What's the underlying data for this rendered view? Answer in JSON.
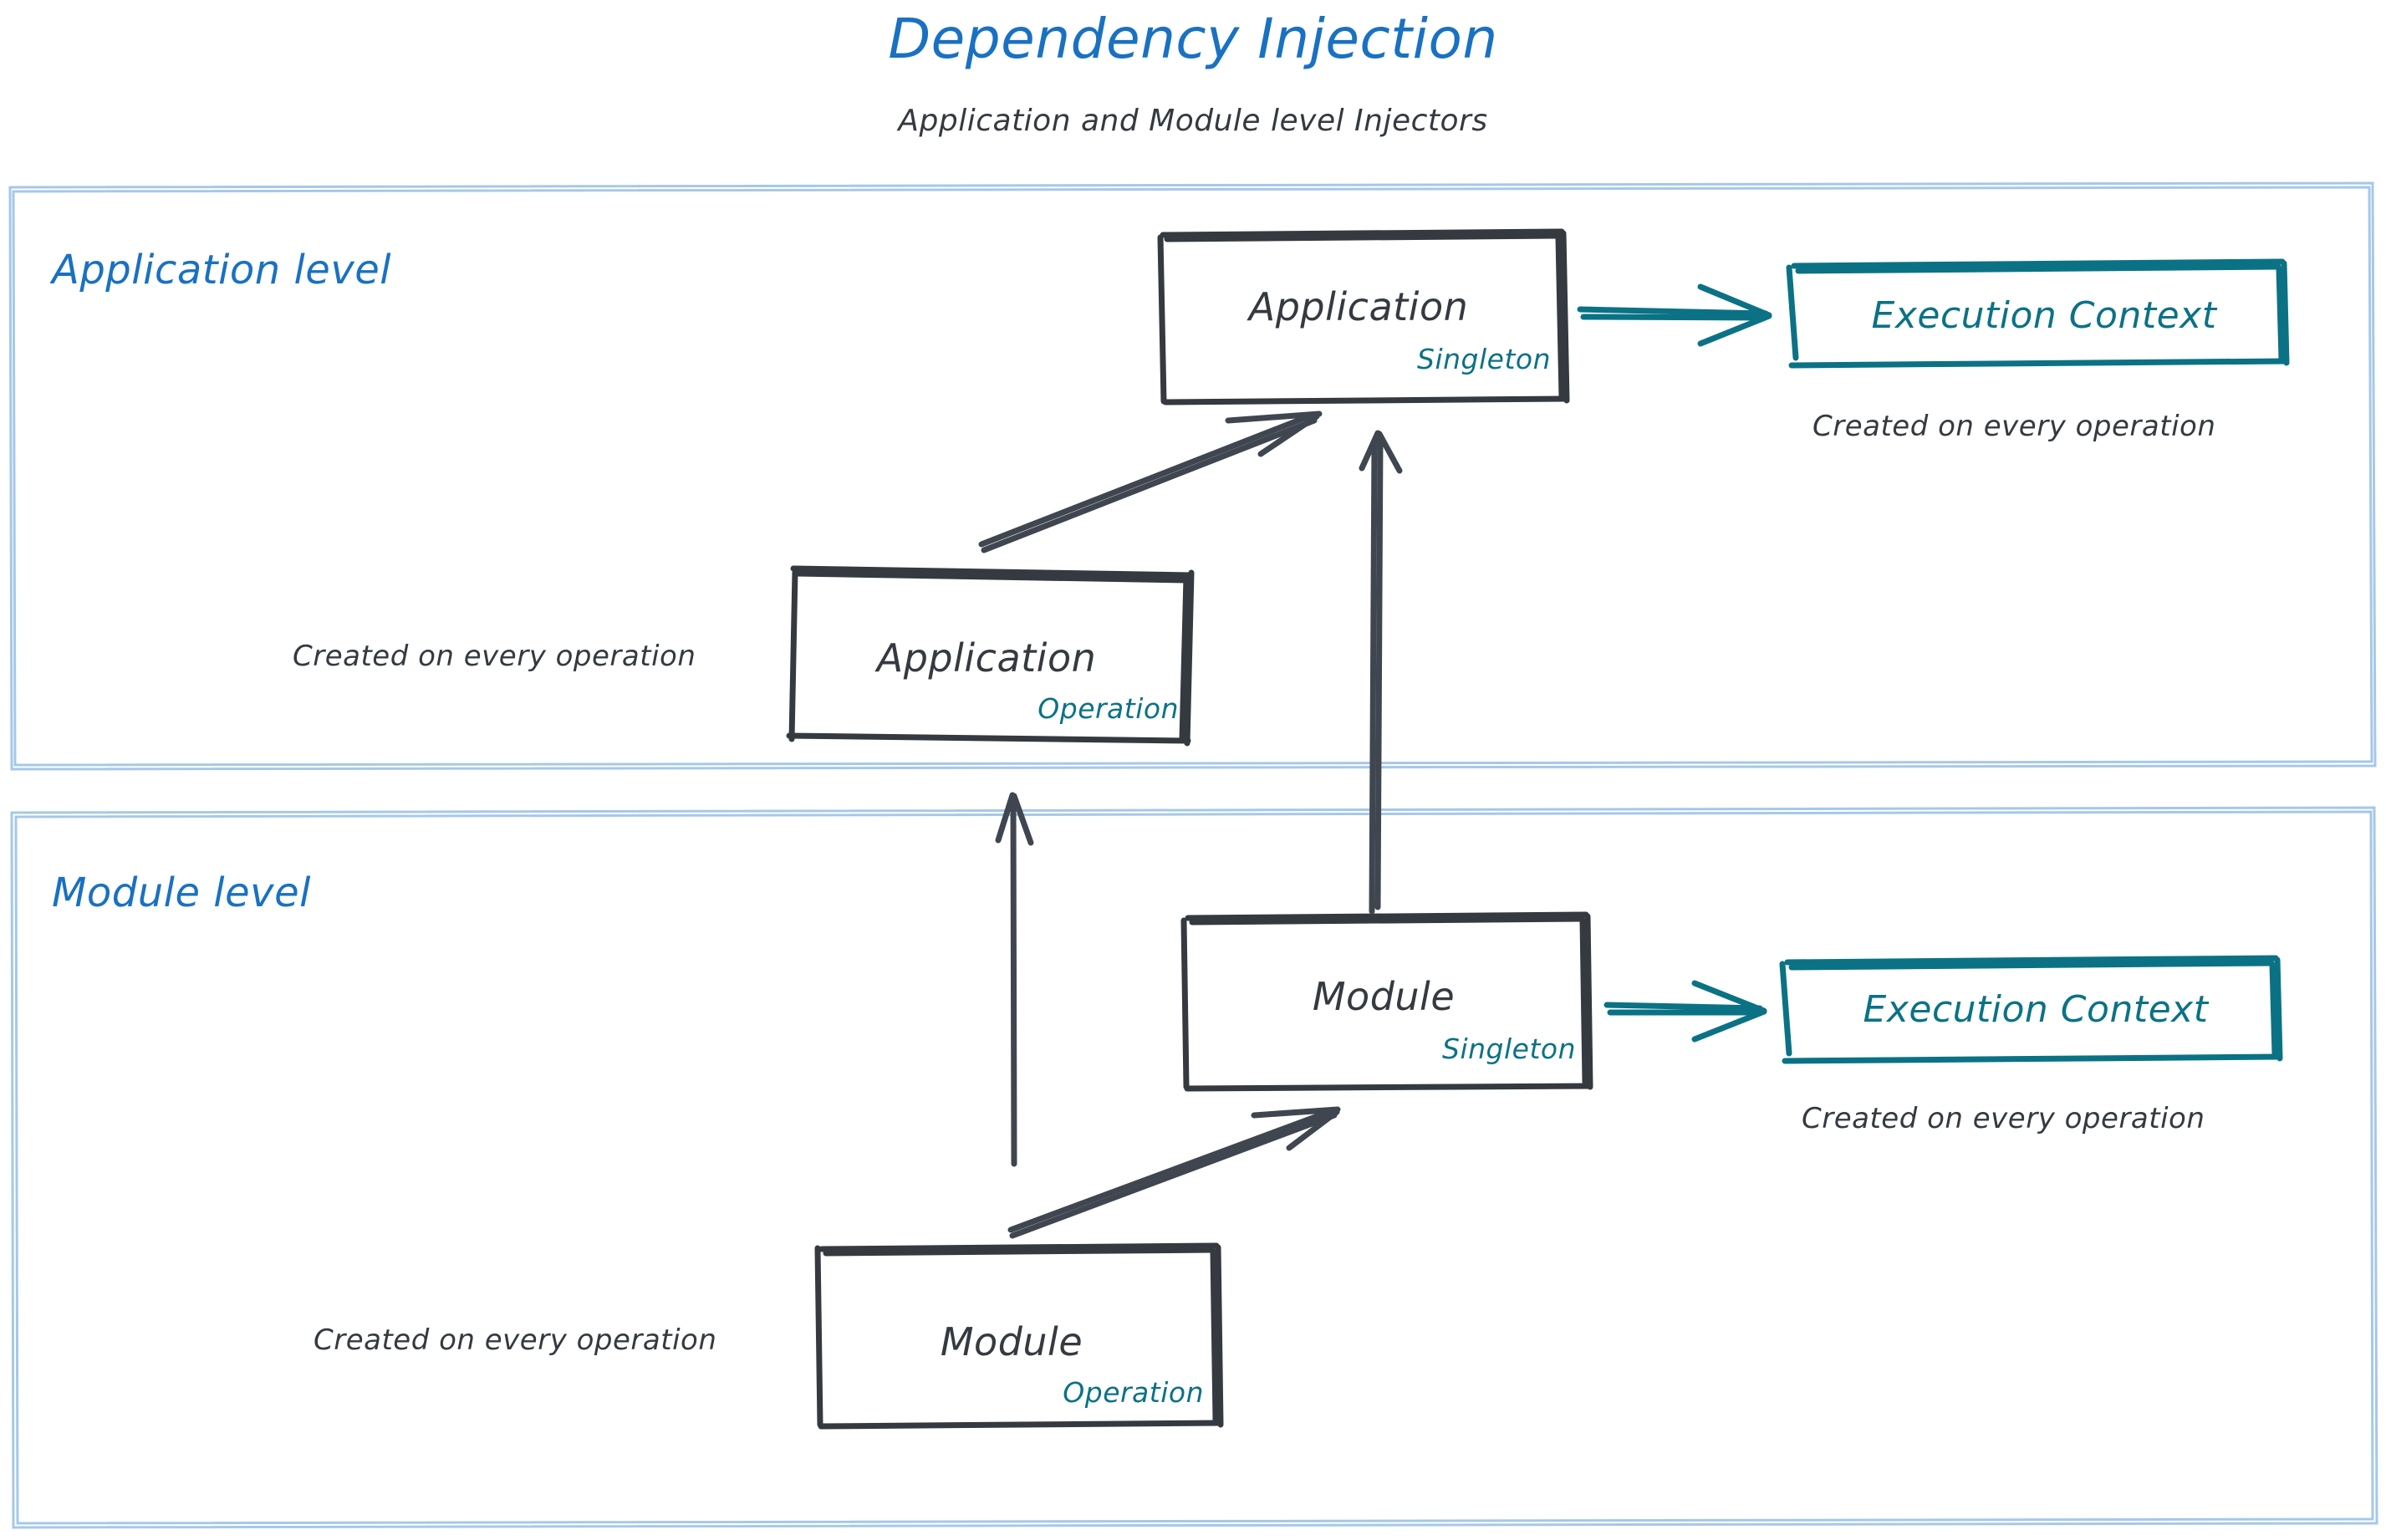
{
  "diagram": {
    "title": "Dependency Injection",
    "subtitle": "Application and Module level Injectors",
    "colors": {
      "accent_blue": "#1971c2",
      "teal": "#0b7285",
      "ink": "#343a40",
      "container_border": "#a5c8e8"
    }
  },
  "levels": [
    {
      "id": "application",
      "label": "Application level",
      "boxes": [
        {
          "id": "app-singleton",
          "title": "Application",
          "tag": "Singleton"
        },
        {
          "id": "app-operation",
          "title": "Application",
          "tag": "Operation"
        },
        {
          "id": "ec-app",
          "title": "Execution Context"
        }
      ],
      "notes": [
        {
          "id": "note-ec-app",
          "text": "Created on every operation"
        },
        {
          "id": "note-app-op",
          "text": "Created on every operation"
        }
      ]
    },
    {
      "id": "module",
      "label": "Module level",
      "boxes": [
        {
          "id": "mod-singleton",
          "title": "Module",
          "tag": "Singleton"
        },
        {
          "id": "mod-operation",
          "title": "Module",
          "tag": "Operation"
        },
        {
          "id": "ec-mod",
          "title": "Execution Context"
        }
      ],
      "notes": [
        {
          "id": "note-ec-mod",
          "text": "Created on every operation"
        },
        {
          "id": "note-mod-op",
          "text": "Created on every operation"
        }
      ]
    }
  ],
  "edges": [
    {
      "id": "app-op-to-app-singleton",
      "from": "app-operation",
      "to": "app-singleton",
      "style": "sketch-dark"
    },
    {
      "id": "app-singleton-to-ec",
      "from": "app-singleton",
      "to": "ec-app",
      "style": "sketch-teal"
    },
    {
      "id": "mod-singleton-to-app-singleton",
      "from": "mod-singleton",
      "to": "app-singleton",
      "style": "sketch-dark"
    },
    {
      "id": "mod-op-to-app-op",
      "from": "mod-operation",
      "to": "app-operation",
      "style": "sketch-dark"
    },
    {
      "id": "mod-op-to-mod-singleton",
      "from": "mod-operation",
      "to": "mod-singleton",
      "style": "sketch-dark"
    },
    {
      "id": "mod-singleton-to-ec",
      "from": "mod-singleton",
      "to": "ec-mod",
      "style": "sketch-teal"
    }
  ]
}
